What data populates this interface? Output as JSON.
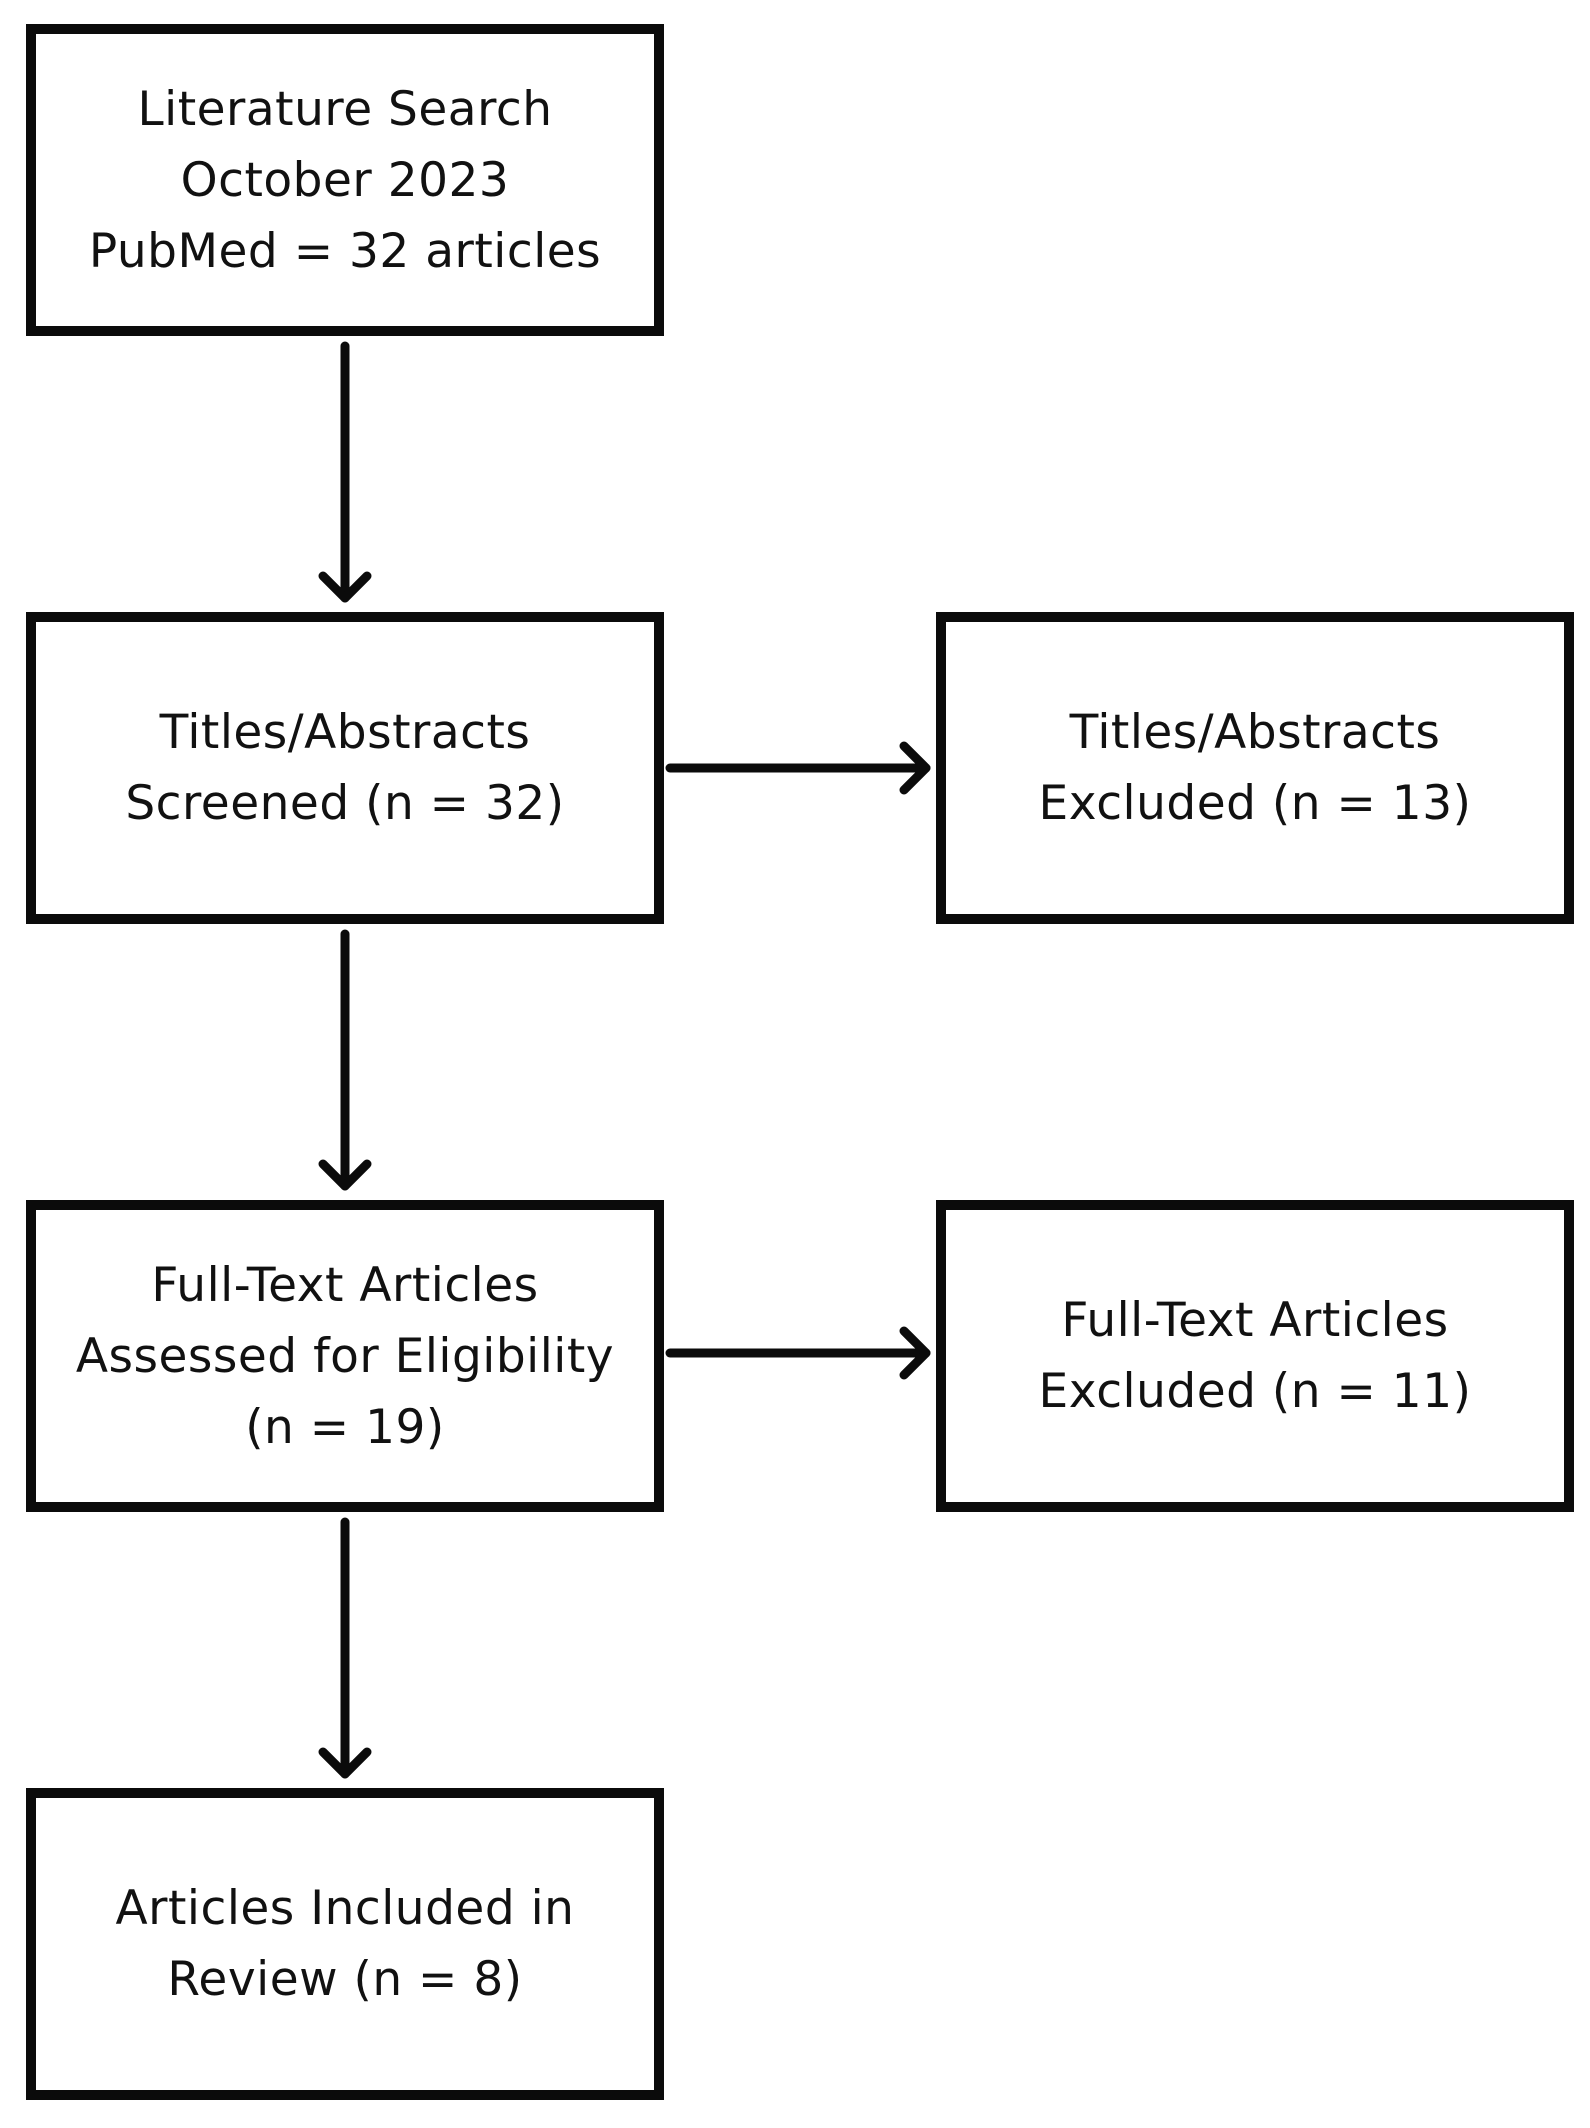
{
  "flowchart": {
    "search": "Literature Search\nOctober 2023\nPubMed = 32 articles",
    "screened": "Titles/Abstracts\nScreened (n = 32)",
    "excluded_titles": "Titles/Abstracts\nExcluded (n = 13)",
    "full_text": "Full-Text Articles\nAssessed for Eligibility\n(n = 19)",
    "excluded_full_text": "Full-Text Articles\nExcluded (n = 11)",
    "included": "Articles Included in\nReview (n = 8)"
  }
}
